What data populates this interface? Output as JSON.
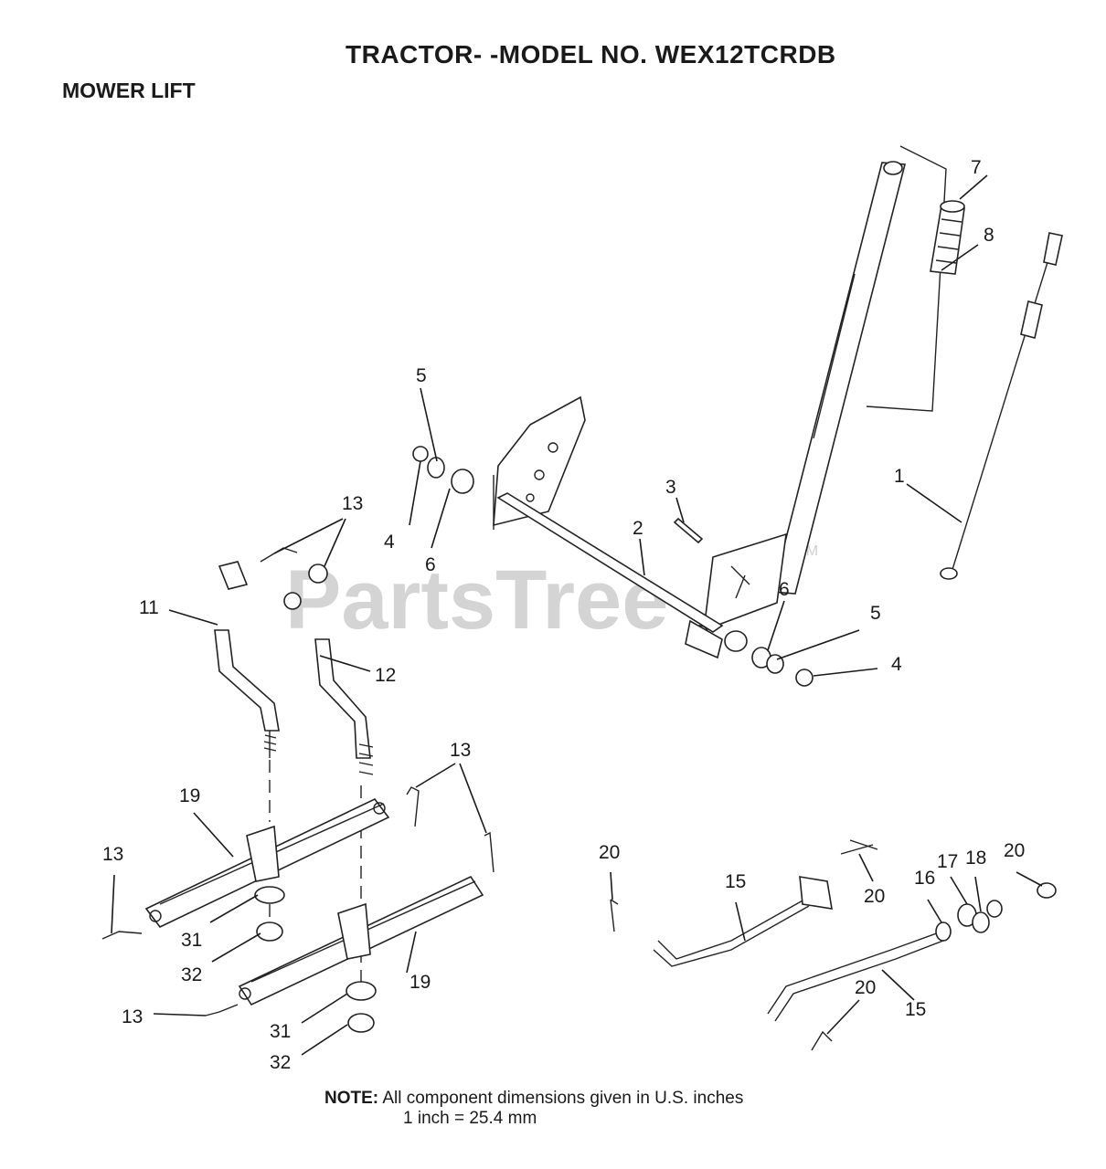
{
  "header": {
    "title": "TRACTOR- -MODEL NO. WEX12TCRDB",
    "section": "MOWER LIFT"
  },
  "watermark": {
    "text": "PartsTree",
    "trademark": "TM"
  },
  "callouts": {
    "c1": "1",
    "c2": "2",
    "c3": "3",
    "c4a": "4",
    "c4b": "4",
    "c5a": "5",
    "c5b": "5",
    "c6a": "6",
    "c6b": "6",
    "c7": "7",
    "c8": "8",
    "c11": "11",
    "c12": "12",
    "c13a": "13",
    "c13b": "13",
    "c13c": "13",
    "c13d": "13",
    "c15a": "15",
    "c15b": "15",
    "c16": "16",
    "c17": "17",
    "c18": "18",
    "c19a": "19",
    "c19b": "19",
    "c20a": "20",
    "c20b": "20",
    "c20c": "20",
    "c20d": "20",
    "c31a": "31",
    "c31b": "31",
    "c32a": "32",
    "c32b": "32"
  },
  "note": {
    "label": "NOTE:",
    "line1": "All component dimensions given in U.S. inches",
    "line2": "1 inch = 25.4 mm"
  }
}
